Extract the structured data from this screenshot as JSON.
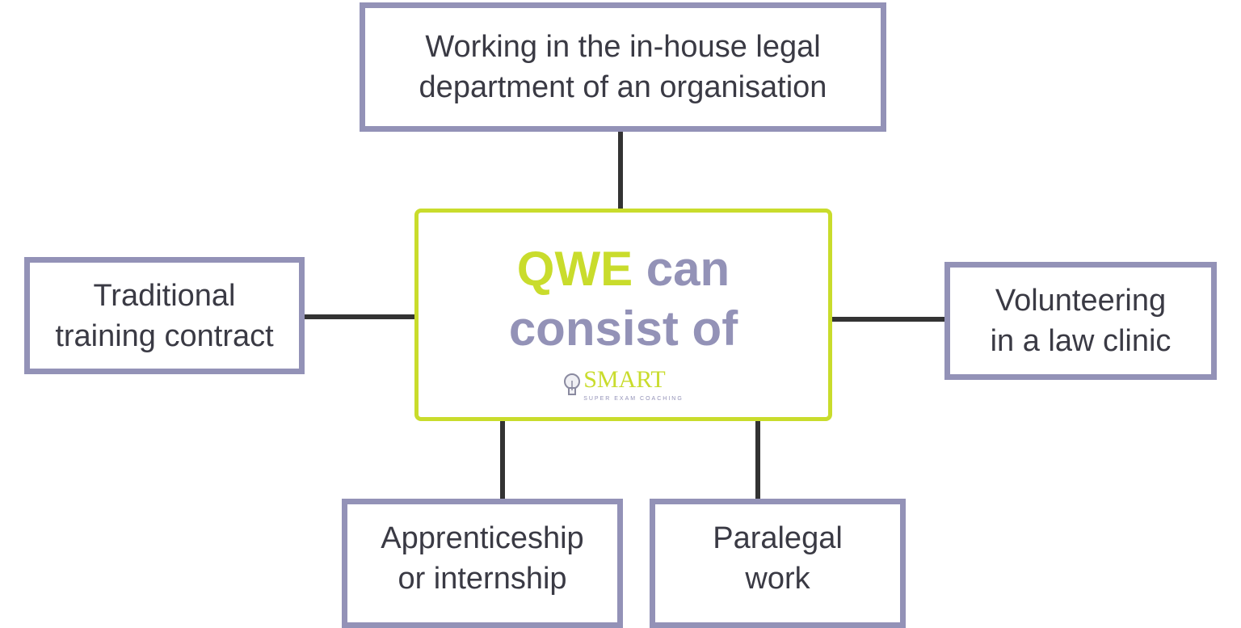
{
  "center": {
    "title_accent": "QWE",
    "title_rest_line1": "can",
    "title_line2": "consist of",
    "logo": {
      "word": "SMART",
      "tagline": "SUPER EXAM COACHING"
    }
  },
  "nodes": [
    {
      "line1": "Working in the in-house legal",
      "line2": "department of an organisation"
    },
    {
      "line1": "Traditional",
      "line2": "training contract"
    },
    {
      "line1": "Volunteering",
      "line2": "in a law clinic"
    },
    {
      "line1": "Apprenticeship",
      "line2": "or internship"
    },
    {
      "line1": "Paralegal",
      "line2": "work"
    }
  ],
  "colors": {
    "node_border": "#9392b7",
    "center_border": "#c9dc2c",
    "connector": "#333333",
    "text": "#3a3a44"
  }
}
